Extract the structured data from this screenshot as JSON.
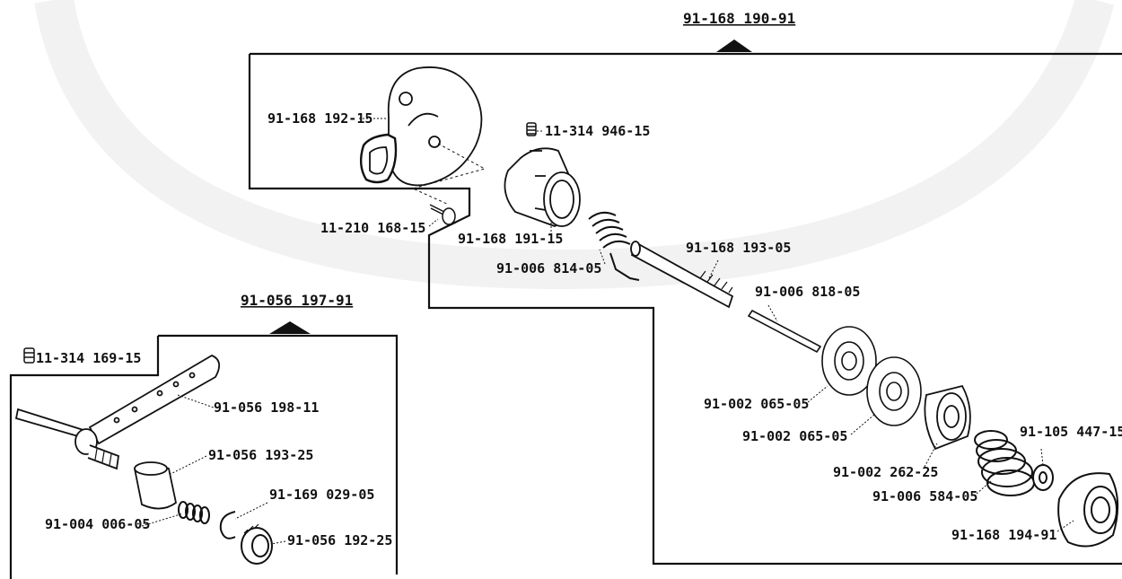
{
  "assemblies": [
    {
      "id": "main",
      "part_number": "91-168 190-91"
    },
    {
      "id": "lower",
      "part_number": "91-056 197-91"
    }
  ],
  "parts": {
    "p1": "91-168 192-15",
    "p2": "11-314 946-15",
    "p3": "11-210 168-15",
    "p4": "91-168 191-15",
    "p5": "91-006 814-05",
    "p6": "91-168 193-05",
    "p7": "91-006 818-05",
    "p8": "91-002 065-05",
    "p9": "91-002 065-05",
    "p10": "91-002 262-25",
    "p11": "91-105 447-15",
    "p12": "91-006 584-05",
    "p13": "91-168 194-91",
    "p14": "11-314 169-15",
    "p15": "91-056 198-11",
    "p16": "91-056 193-25",
    "p17": "91-169 029-05",
    "p18": "91-004 006-05",
    "p19": "91-056 192-25"
  }
}
